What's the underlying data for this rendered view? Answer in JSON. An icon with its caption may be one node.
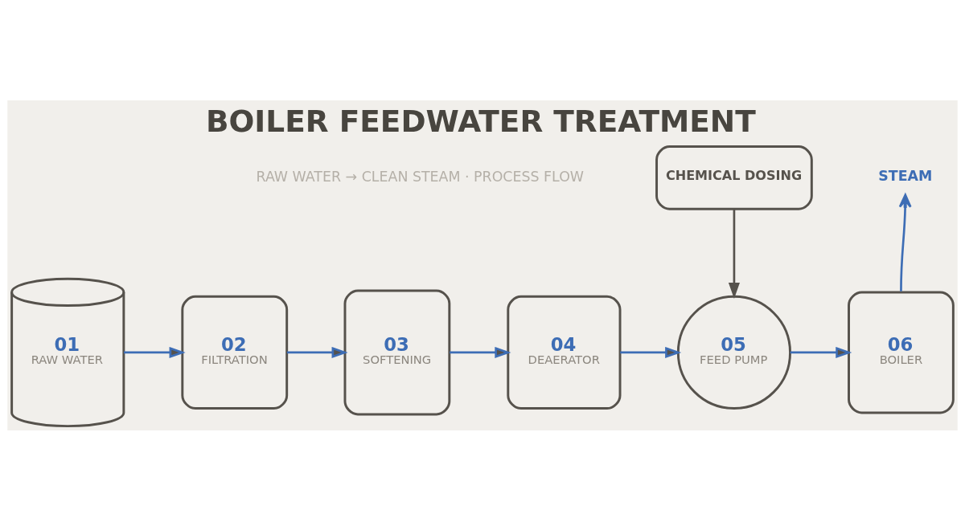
{
  "diagram": {
    "title": "BOILER FEEDWATER TREATMENT",
    "nodes": [
      {
        "text": [
          "01",
          "RAW WATER"
        ]
      },
      {
        "text": [
          "02",
          "FILTRATION"
        ]
      },
      {
        "text": [
          "03",
          "SOFTENING"
        ]
      },
      {
        "text": [
          "04",
          "DEAERATOR"
        ]
      },
      {
        "text": [
          "05",
          "FEED PUMP"
        ]
      },
      {
        "text": [
          "06",
          "BOILER"
        ]
      },
      {
        "text": [
          "CHEMICAL DOSING"
        ]
      },
      {
        "text": [
          "STEAM"
        ]
      }
    ],
    "edges": [
      {
        "from": 0,
        "to": 1,
        "arrow": "to"
      },
      {
        "from": 1,
        "to": 2,
        "arrow": "to"
      },
      {
        "from": 2,
        "to": 3,
        "arrow": "to"
      },
      {
        "from": 3,
        "to": 4,
        "arrow": "to"
      },
      {
        "from": 6,
        "to": 4,
        "arrow": "to",
        "color": "#56524c"
      },
      {
        "from": 4,
        "to": 5,
        "arrow": "to"
      },
      {
        "from": 5,
        "to": 7,
        "arrow": "to"
      }
    ],
    "labels": [
      "RAW WATER → CLEAN STEAM · PROCESS FLOW"
    ]
  }
}
